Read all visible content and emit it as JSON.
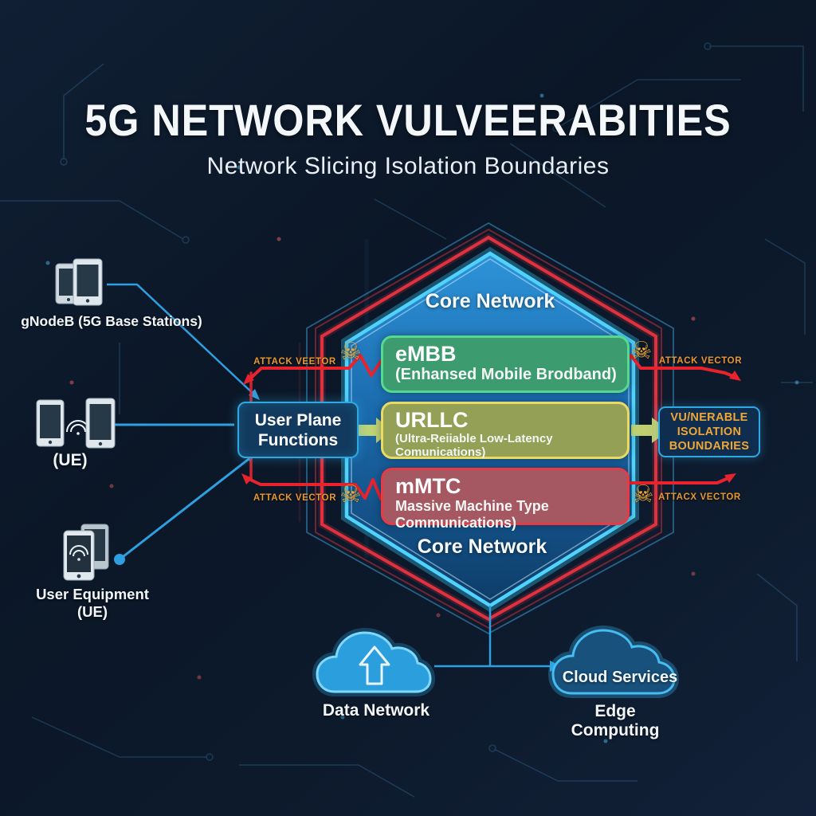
{
  "title": {
    "main": "5G NETWORK VULVEERABITIES",
    "subtitle": "Network Slicing Isolation Boundaries"
  },
  "left_nodes": [
    {
      "id": "gnodeb",
      "label": "gNodeB (5G Base Stations)",
      "icon": "dual-phone-icon"
    },
    {
      "id": "ue-pair",
      "label": "(UE)",
      "icon": "phone-wifi-pair-icon"
    },
    {
      "id": "user-equipment",
      "label": "User Equipment (UE)",
      "icon": "phone-wifi-icon"
    }
  ],
  "upf_box": {
    "line1": "User Plane",
    "line2": "Functions"
  },
  "hexagon": {
    "top_label": "Core Network",
    "bottom_label": "Core Network"
  },
  "slices": [
    {
      "name": "eMBB",
      "description": "(Enhansed Mobile Brodband)",
      "fill": "#3d9b70",
      "border": "#55d98c"
    },
    {
      "name": "URLLC",
      "description": "(Ultra-Reiiable Low-Latency Comunications)",
      "fill": "#93a055",
      "border": "#e9da66"
    },
    {
      "name": "mMTC",
      "description": "Massive Machine Type Communications)",
      "fill": "#a65862",
      "border": "#e83a44"
    }
  ],
  "attack_vectors": {
    "top_left": "ATTACK VEETOR",
    "top_right": "ATTACK VECTOR",
    "bottom_left": "ATTACK VECTOR",
    "bottom_right": "ATTACX VECTOR"
  },
  "isolation_box": {
    "line1": "VU/NERABLE",
    "line2": "ISOLATION",
    "line3": "BOUNDARIES"
  },
  "bottom": {
    "data_network_label": "Data Network",
    "cloud_services_label": "Cloud Services",
    "edge_computing_label": "Edge Computing"
  },
  "icons": {
    "skull": "☠"
  },
  "colors": {
    "background": "#0d1a2b",
    "hexagon_fill_top": "#2e93d8",
    "hexagon_border": "#4fd2fb",
    "red_outline": "#e0313e",
    "attack_line": "#e8232e",
    "attack_text": "#e8972e",
    "skull": "#f2ab35",
    "connector_blue": "#2e9fe0",
    "arrow_green": "#c9d873",
    "cloud_blue": "#2b9fdd",
    "cloud_dark": "#17517c",
    "isolation_text": "#f0a637"
  }
}
